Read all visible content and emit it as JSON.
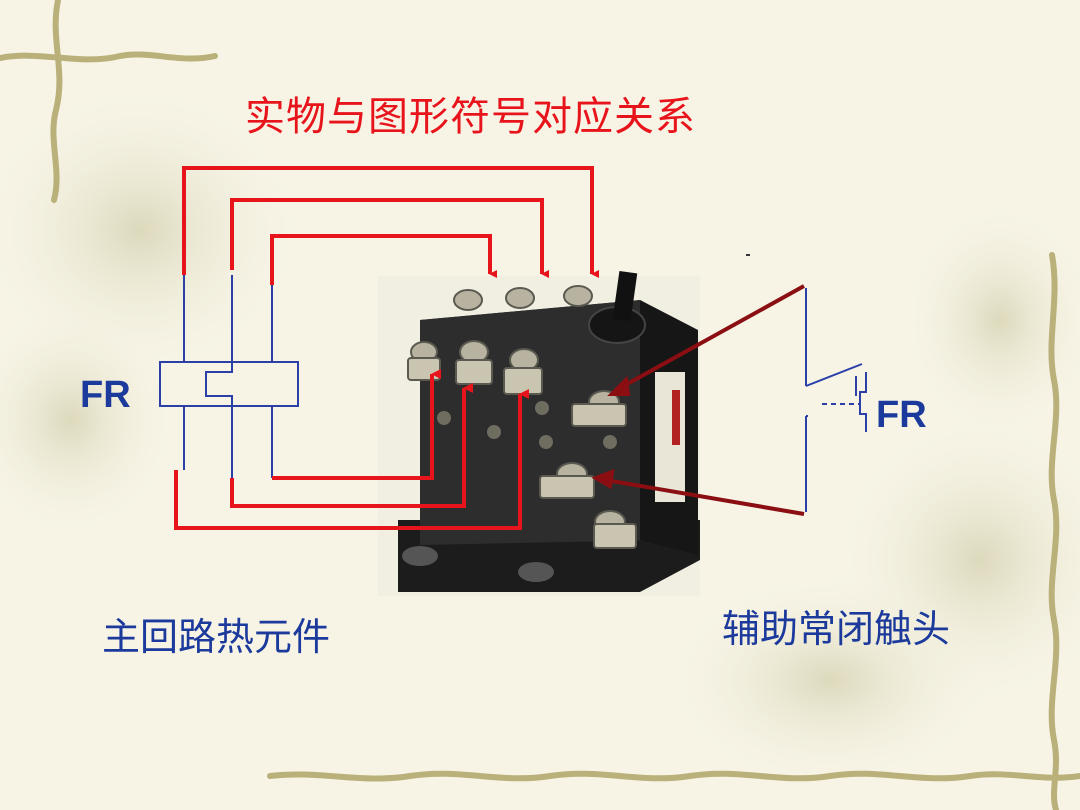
{
  "title": "实物与图形符号对应关系",
  "symbol_label_left": "FR",
  "symbol_label_right": "FR",
  "caption_left": "主回路热元件",
  "caption_right": "辅助常闭触头",
  "colors": {
    "title": "#e8141c",
    "labels": "#1b3a9c",
    "arrows": "#e8141c",
    "dark_arrows": "#8b0f12",
    "symbol_lines": "#2b3fa8"
  }
}
